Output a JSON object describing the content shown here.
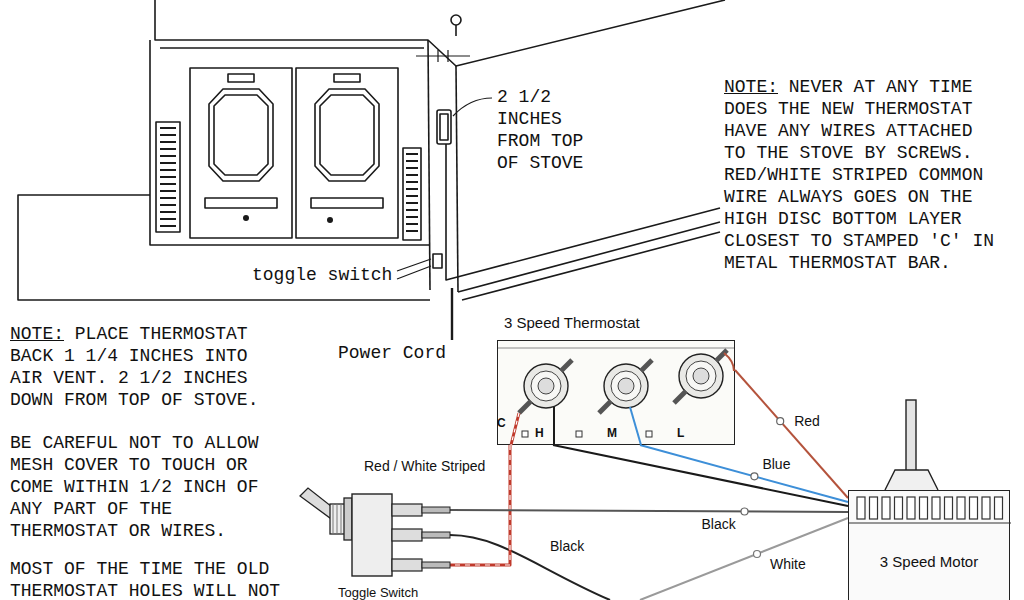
{
  "diagram": {
    "nodes": [
      {
        "text": [
          "3 Speed Thermostat"
        ]
      },
      {
        "text": [
          "Toggle Switch"
        ]
      },
      {
        "text": [
          "3 Speed Motor"
        ]
      }
    ],
    "edges": [
      {
        "from": 0,
        "to": 2,
        "arrow": "none",
        "label": "Red"
      },
      {
        "from": 0,
        "to": 2,
        "arrow": "none",
        "label": "Blue"
      },
      {
        "from": 0,
        "to": 2,
        "arrow": "none"
      },
      {
        "from": 0,
        "to": 1,
        "arrow": "none",
        "label": "Red / White Striped"
      },
      {
        "from": 1,
        "to": 2,
        "arrow": "none",
        "label": "Black"
      }
    ],
    "labels": [
      "2 1/2 INCHES FROM TOP OF STOVE",
      "NOTE:",
      "NEVER AT ANY TIME DOES THE NEW THERMOSTAT HAVE ANY WIRES ATTACHED TO THE STOVE BY SCREWS. RED/WHITE STRIPED COMMON WIRE ALWAYS GOES ON THE HIGH DISC BOTTOM LAYER CLOSEST TO STAMPED 'C' IN METAL THERMOSTAT BAR.",
      "toggle switch",
      "Power Cord",
      "NOTE:",
      "PLACE THERMOSTAT BACK 1 1/4 INCHES INTO AIR VENT. 2 1/2 INCHES DOWN FROM TOP OF STOVE.",
      "BE CAREFUL NOT TO ALLOW MESH COVER TO TOUCH OR COME WITHIN 1/2 INCH OF ANY PART OF THE THERMOSTAT OR WIRES.",
      "MOST OF THE TIME THE OLD THERMOSTAT HOLES WILL NOT",
      "C",
      "H",
      "M",
      "L",
      "Black",
      "White"
    ]
  }
}
